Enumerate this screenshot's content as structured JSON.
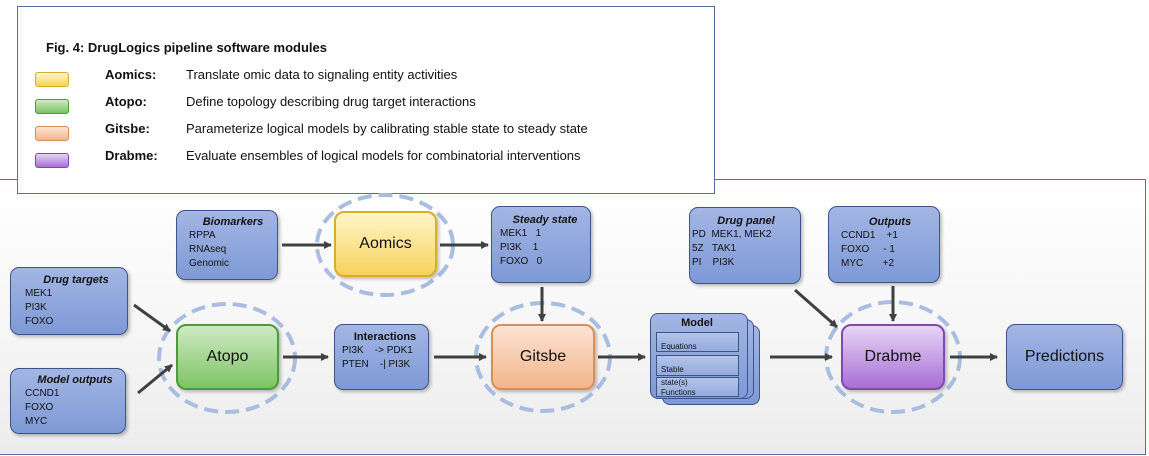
{
  "legend": {
    "title": "Fig. 4: DrugLogics pipeline software modules",
    "items": [
      {
        "name": "Aomics:",
        "desc": "Translate omic data to signaling entity activities",
        "color": "#f7d25c"
      },
      {
        "name": "Atopo:",
        "desc": "Define topology describing drug target interactions",
        "color": "#7dc464"
      },
      {
        "name": "Gitsbe:",
        "desc": "Parameterize logical models by calibrating stable state to steady state",
        "color": "#f3b58c"
      },
      {
        "name": "Drabme:",
        "desc": "Evaluate ensembles of logical models for combinatorial interventions",
        "color": "#a76fd6"
      }
    ]
  },
  "modules": {
    "aomics": "Aomics",
    "atopo": "Atopo",
    "gitsbe": "Gitsbe",
    "drabme": "Drabme",
    "predictions": "Predictions"
  },
  "boxes": {
    "biomarkers": {
      "title": "Biomarkers",
      "rows": [
        "RPPA",
        "RNAseq",
        "Genomic"
      ]
    },
    "drug_targets": {
      "title": "Drug targets",
      "rows": [
        "MEK1",
        "PI3K",
        "FOXO"
      ]
    },
    "model_outputs": {
      "title": "Model outputs",
      "rows": [
        "CCND1",
        "FOXO",
        "MYC"
      ]
    },
    "steady_state": {
      "title": "Steady state",
      "rows": [
        "MEK1   1",
        "PI3K    1",
        "FOXO   0"
      ]
    },
    "interactions": {
      "title": "Interactions",
      "rows": [
        "PI3K    -> PDK1",
        "PTEN    -| PI3K"
      ]
    },
    "model": {
      "title": "Model",
      "rows": [
        "Equations",
        "Stable",
        "state(s)",
        "Functions"
      ]
    },
    "drug_panel": {
      "title": "Drug panel",
      "rows": [
        "PD  MEK1, MEK2",
        "5Z   TAK1",
        "PI    PI3K"
      ]
    },
    "outputs": {
      "title": "Outputs",
      "rows": [
        "CCND1    +1",
        "FOXO     - 1",
        "MYC       +2"
      ]
    }
  },
  "colors": {
    "connector": "#404040",
    "ellipse_dash": "#a9bde0",
    "box_border": "#3c5589"
  }
}
